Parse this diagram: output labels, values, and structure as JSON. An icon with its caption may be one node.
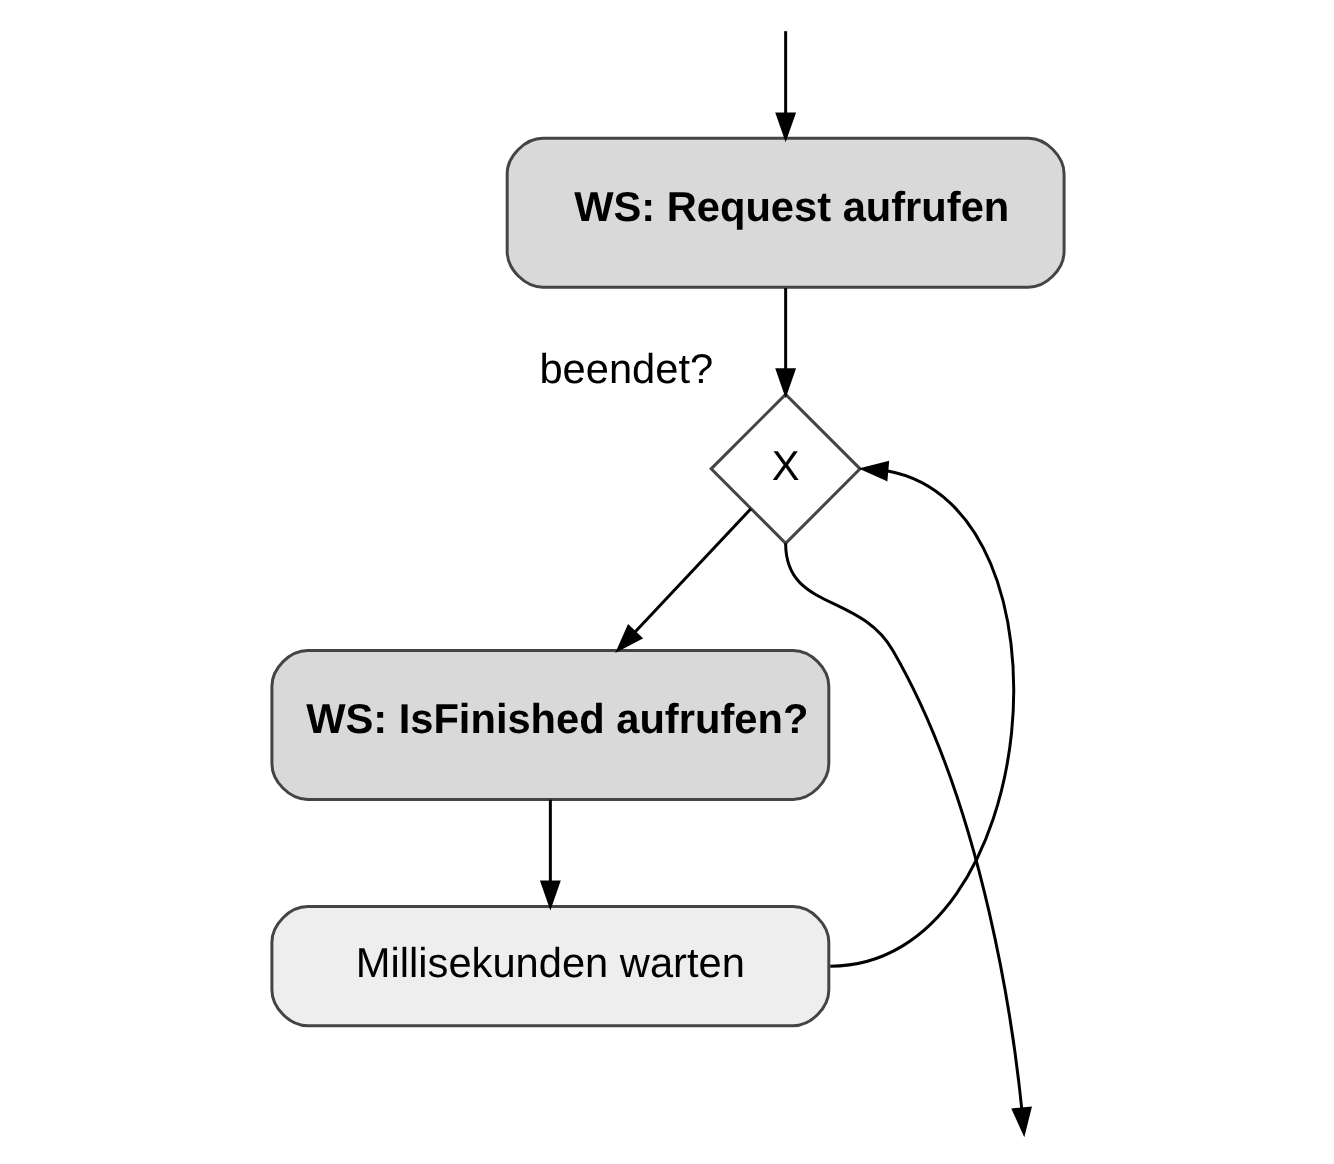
{
  "diagram": {
    "nodes": [
      {
        "text": [
          "WS: Request aufrufen"
        ]
      },
      {
        "text": [
          "X"
        ],
        "beside": [
          "beendet?"
        ]
      },
      {
        "text": [
          "WS: IsFinished aufrufen?"
        ]
      },
      {
        "text": [
          "Millisekunden warten"
        ]
      }
    ],
    "edges": [
      {
        "from": null,
        "to": 0,
        "arrow": "to"
      },
      {
        "from": 0,
        "to": 1,
        "arrow": "to"
      },
      {
        "from": 1,
        "to": 2,
        "arrow": "to"
      },
      {
        "from": 1,
        "to": null,
        "arrow": "to"
      },
      {
        "from": 2,
        "to": 3,
        "arrow": "to"
      },
      {
        "from": 3,
        "to": 1,
        "arrow": "to"
      }
    ]
  }
}
